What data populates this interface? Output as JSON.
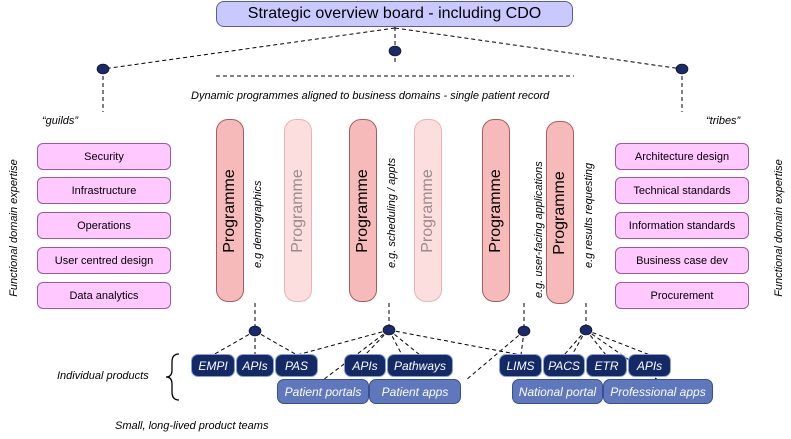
{
  "title": "Strategic overview board - including CDO",
  "dynamic_caption": "Dynamic programmes aligned to business domains - single patient record",
  "guilds": {
    "label": "“guilds”",
    "items": [
      "Security",
      "Infrastructure",
      "Operations",
      "User centred design",
      "Data analytics"
    ]
  },
  "tribes": {
    "label": "“tribes”",
    "items": [
      "Architecture design",
      "Technical standards",
      "Information standards",
      "Business case dev",
      "Procurement"
    ]
  },
  "functional_label_left": "Functional domain expertise",
  "functional_label_right": "Functional domain expertise",
  "programmes": [
    {
      "label": "Programme",
      "faded": false
    },
    {
      "label": "Programme",
      "faded": true
    },
    {
      "label": "Programme",
      "faded": false
    },
    {
      "label": "Programme",
      "faded": true
    },
    {
      "label": "Programme",
      "faded": false
    },
    {
      "label": "Programme",
      "faded": false
    }
  ],
  "programme_examples": [
    "e.g demographics",
    "e.g. scheduling / appts",
    "e.g. user-facing applications",
    "e.g results requesting"
  ],
  "products": [
    "EMPI",
    "APIs",
    "PAS",
    "APIs",
    "Pathways",
    "LIMS",
    "PACS",
    "ETR",
    "APIs"
  ],
  "apps": [
    "Patient portals",
    "Patient apps",
    "National portal",
    "Professional apps"
  ],
  "individual_products_label": "Individual products",
  "teams_label": "Small, long-lived product teams",
  "colors": {
    "board_fill": "#c9c9ff",
    "side_fill": "#ffc8ff",
    "programme_fill": "#f7baba",
    "programme_faded_fill": "#fddede",
    "product_fill": "#132a66",
    "app_fill": "#5f77bc",
    "connector_dot": "#1a2a6c"
  }
}
